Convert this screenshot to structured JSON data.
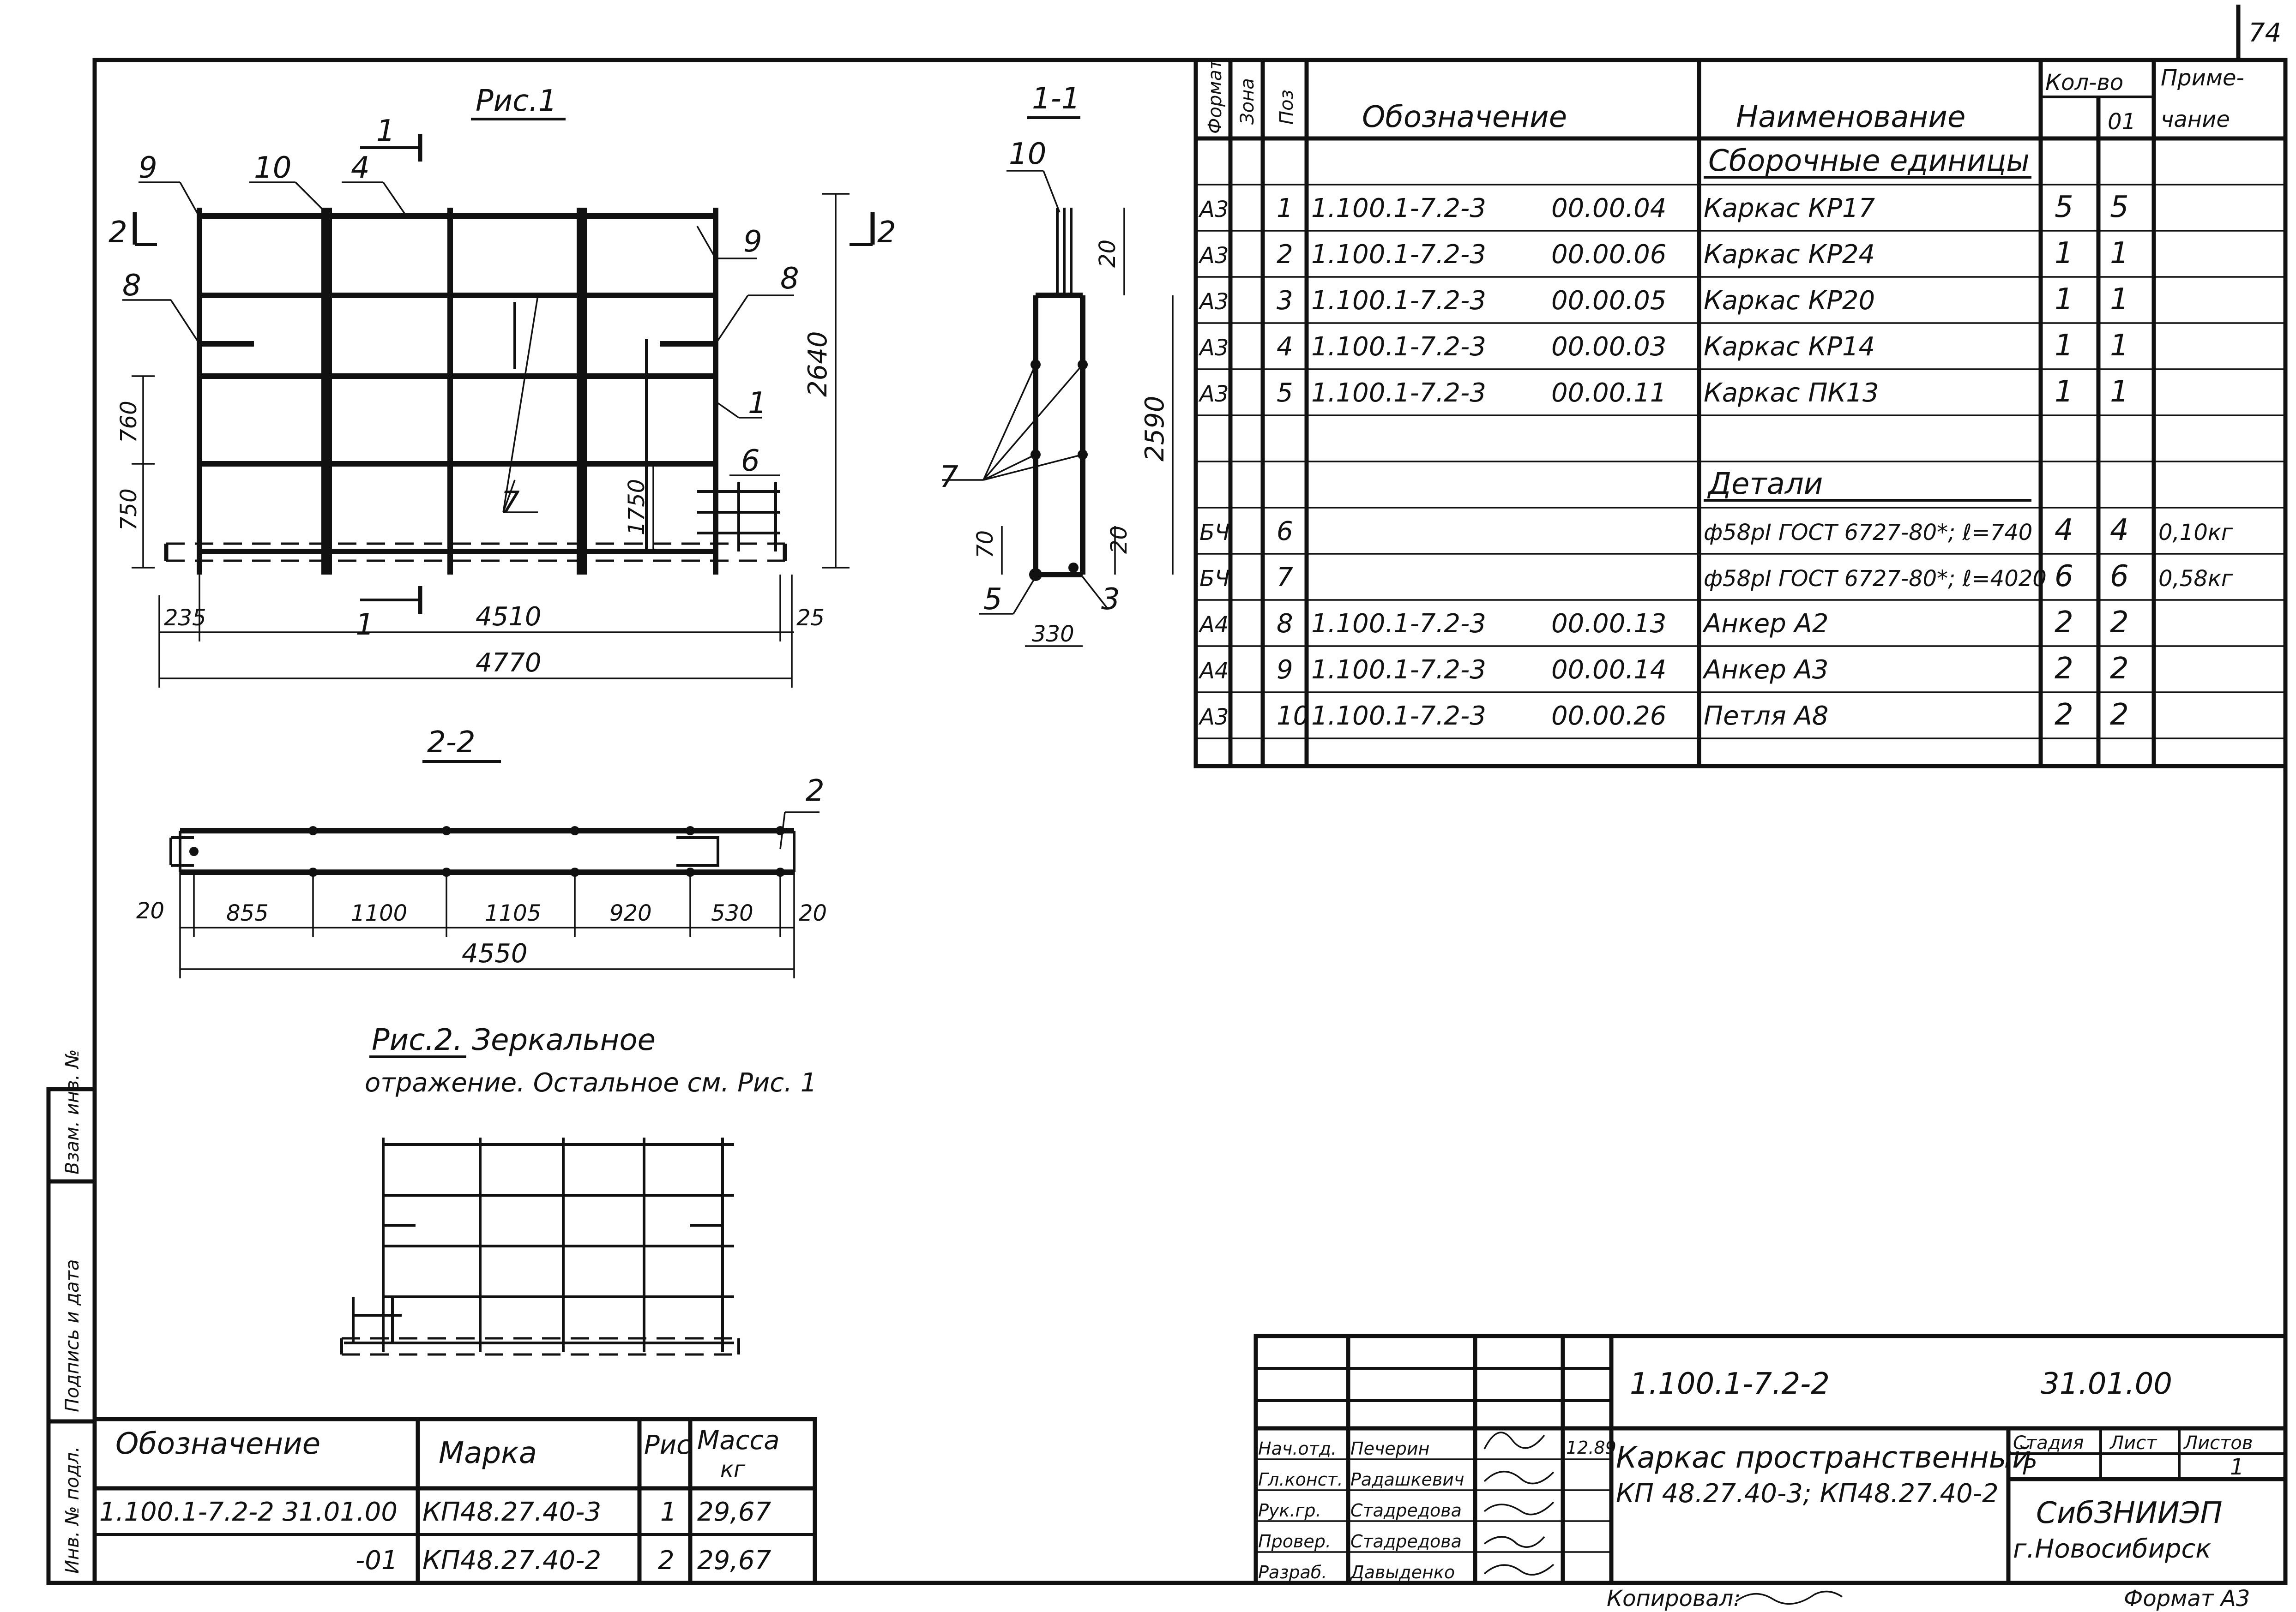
{
  "page_number": "74",
  "copy_note": "Копировал:",
  "format_note": "Формат А3",
  "fig1": {
    "title": "Рис.1",
    "section_marks": [
      "1",
      "1",
      "2",
      "2"
    ],
    "callouts": [
      "9",
      "10",
      "4",
      "8",
      "9",
      "8",
      "1",
      "6",
      "7"
    ],
    "dims_vertical": [
      "2640",
      "760",
      "750",
      "1750"
    ],
    "dims_bottom": [
      "235",
      "4510",
      "25",
      "4770"
    ]
  },
  "section_1_1": {
    "title": "1-1",
    "callouts": [
      "10",
      "7",
      "5",
      "3"
    ],
    "dims": [
      "20",
      "2590",
      "70",
      "20",
      "330"
    ]
  },
  "section_2_2": {
    "title": "2-2",
    "callouts": [
      "2"
    ],
    "dims": [
      "20",
      "855",
      "1100",
      "1105",
      "920",
      "530",
      "20",
      "4550"
    ]
  },
  "fig2": {
    "caption_line1": "Рис.2.   Зеркальное",
    "caption_line2": "отражение. Остальное см. Рис. 1"
  },
  "spec_table": {
    "headers": {
      "format": "Формат",
      "zone": "Зона",
      "pos": "Поз",
      "designation": "Обозначение",
      "name": "Наименование",
      "qty": "Кол-во",
      "qty_sub": "01",
      "note": "Приме-чание",
      "note_line1": "Приме-",
      "note_line2": "чание"
    },
    "rows": [
      {
        "format": "",
        "pos": "",
        "des": "",
        "code": "",
        "name": "Сборочные единицы",
        "q1": "",
        "q2": "",
        "note": ""
      },
      {
        "format": "А3",
        "pos": "1",
        "des": "1.100.1-7.2-3",
        "code": "00.00.04",
        "name": "Каркас КР17",
        "q1": "5",
        "q2": "5",
        "note": ""
      },
      {
        "format": "А3",
        "pos": "2",
        "des": "1.100.1-7.2-3",
        "code": "00.00.06",
        "name": "Каркас КР24",
        "q1": "1",
        "q2": "1",
        "note": ""
      },
      {
        "format": "А3",
        "pos": "3",
        "des": "1.100.1-7.2-3",
        "code": "00.00.05",
        "name": "Каркас КР20",
        "q1": "1",
        "q2": "1",
        "note": ""
      },
      {
        "format": "А3",
        "pos": "4",
        "des": "1.100.1-7.2-3",
        "code": "00.00.03",
        "name": "Каркас КР14",
        "q1": "1",
        "q2": "1",
        "note": ""
      },
      {
        "format": "А3",
        "pos": "5",
        "des": "1.100.1-7.2-3",
        "code": "00.00.11",
        "name": "Каркас ПК13",
        "q1": "1",
        "q2": "1",
        "note": ""
      },
      {
        "format": "",
        "pos": "",
        "des": "",
        "code": "",
        "name": "",
        "q1": "",
        "q2": "",
        "note": ""
      },
      {
        "format": "",
        "pos": "",
        "des": "",
        "code": "",
        "name": "Детали",
        "q1": "",
        "q2": "",
        "note": ""
      },
      {
        "format": "БЧ",
        "pos": "6",
        "des": "",
        "code": "",
        "name": "ф58рI ГОСТ 6727-80*; ℓ=740",
        "q1": "4",
        "q2": "4",
        "note": "0,10кг"
      },
      {
        "format": "БЧ",
        "pos": "7",
        "des": "",
        "code": "",
        "name": "ф58рI ГОСТ 6727-80*; ℓ=4020",
        "q1": "6",
        "q2": "6",
        "note": "0,58кг"
      },
      {
        "format": "А4",
        "pos": "8",
        "des": "1.100.1-7.2-3",
        "code": "00.00.13",
        "name": "Анкер  А2",
        "q1": "2",
        "q2": "2",
        "note": ""
      },
      {
        "format": "А4",
        "pos": "9",
        "des": "1.100.1-7.2-3",
        "code": "00.00.14",
        "name": "Анкер  А3",
        "q1": "2",
        "q2": "2",
        "note": ""
      },
      {
        "format": "А3",
        "pos": "10",
        "des": "1.100.1-7.2-3",
        "code": "00.00.26",
        "name": "Петля  А8",
        "q1": "2",
        "q2": "2",
        "note": ""
      },
      {
        "format": "",
        "pos": "",
        "des": "",
        "code": "",
        "name": "",
        "q1": "",
        "q2": "",
        "note": ""
      }
    ]
  },
  "mark_table": {
    "headers": {
      "designation": "Обозначение",
      "mark": "Марка",
      "fig": "Рис",
      "mass": "Масса",
      "mass_unit": "кг"
    },
    "rows": [
      {
        "des": "1.100.1-7.2-2   31.01.00",
        "mark": "КП48.27.40-3",
        "fig": "1",
        "mass": "29,67"
      },
      {
        "des": "-01",
        "mark": "КП48.27.40-2",
        "fig": "2",
        "mass": "29,67"
      }
    ]
  },
  "side_stamp": [
    "Инв. № подл.",
    "Подпись и дата",
    "Взам. инв. №"
  ],
  "title_block": {
    "doc_code": "1.100.1-7.2-2",
    "doc_suffix": "31.01.00",
    "title_line1": "Каркас пространственный",
    "title_line2": "КП 48.27.40-3;  КП48.27.40-2",
    "stage_label": "Стадия",
    "sheet_label": "Лист",
    "sheets_label": "Листов",
    "stage": "Р",
    "sheets": "1",
    "org": "СибЗНИИЭП",
    "city": "г.Новосибирск",
    "date": "12.89",
    "people": [
      {
        "role": "Нач.отд.",
        "name": "Печерин"
      },
      {
        "role": "Гл.конст.",
        "name": "Радашкевич"
      },
      {
        "role": "Рук.гр.",
        "name": "Стадредова"
      },
      {
        "role": "Провер.",
        "name": "Стадредова"
      },
      {
        "role": "Разраб.",
        "name": "Давыденко"
      }
    ]
  }
}
